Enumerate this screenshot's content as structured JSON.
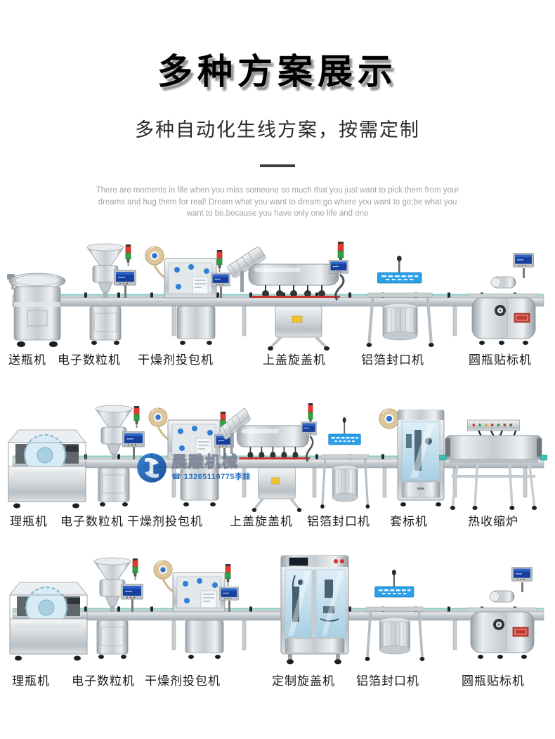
{
  "page": {
    "title": "多种方案展示",
    "subtitle": "多种自动化生线方案，按需定制",
    "description_lines": [
      "There are moments in life when you miss someone so much that you just want to pick them from your",
      "dreams and hug them for real! Dream what you want to dream;go where you want to go;be what you",
      "want to be,because you have only one life and one"
    ]
  },
  "watermark": {
    "brand": "晨雕机械",
    "phone": "13265110775李妹"
  },
  "icons": {
    "phone": "☎"
  },
  "colors": {
    "accent_blue": "#2ba0e8",
    "steel_gray": "#c6ccd1",
    "signal_red": "#e23b2e",
    "signal_green": "#2f9e44",
    "belt_teal": "#6fc9bb",
    "logo_blue": "#1565c0"
  },
  "rows": [
    {
      "name": "line-1",
      "machines": [
        {
          "type": "bottle-feeder-turntable",
          "label": "送瓶机"
        },
        {
          "type": "electronic-counting-machine",
          "label": "电子数粒机"
        },
        {
          "type": "desiccant-inserter",
          "label": "干燥剂投包机"
        },
        {
          "type": "cap-placing-capping-machine",
          "label": "上盖旋盖机"
        },
        {
          "type": "aluminum-foil-sealer",
          "label": "铝箔封口机"
        },
        {
          "type": "round-bottle-labeler",
          "label": "圆瓶贴标机"
        }
      ]
    },
    {
      "name": "line-2",
      "machines": [
        {
          "type": "bottle-unscrambler",
          "label": "理瓶机"
        },
        {
          "type": "electronic-counting-machine",
          "label": "电子数粒机"
        },
        {
          "type": "desiccant-inserter",
          "label": "干燥剂投包机"
        },
        {
          "type": "cap-placing-capping-machine",
          "label": "上盖旋盖机"
        },
        {
          "type": "aluminum-foil-sealer",
          "label": "铝箔封口机"
        },
        {
          "type": "sleeve-labeler",
          "label": "套标机"
        },
        {
          "type": "heat-shrink-tunnel",
          "label": "热收缩炉"
        }
      ]
    },
    {
      "name": "line-3",
      "machines": [
        {
          "type": "bottle-unscrambler",
          "label": "理瓶机"
        },
        {
          "type": "electronic-counting-machine",
          "label": "电子数粒机"
        },
        {
          "type": "desiccant-inserter",
          "label": "干燥剂投包机"
        },
        {
          "type": "custom-capping-machine",
          "label": "定制旋盖机"
        },
        {
          "type": "aluminum-foil-sealer",
          "label": "铝箔封口机"
        },
        {
          "type": "round-bottle-labeler",
          "label": "圆瓶贴标机"
        }
      ]
    }
  ]
}
